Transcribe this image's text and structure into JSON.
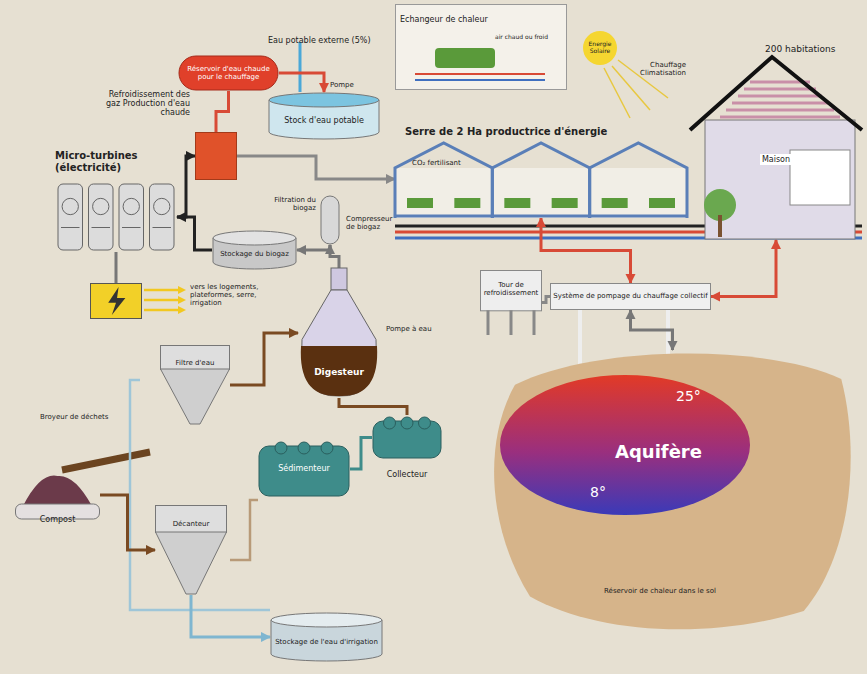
{
  "diagram": {
    "nodes": [
      {
        "text": [
          "Réservoir d'eau chaude pour le chauffage"
        ]
      },
      {
        "text": [
          "Stock d'eau potable"
        ]
      },
      {
        "text": [
          "Refroidissement des gaz Production d'eau chaude"
        ]
      },
      {
        "text": [
          "Micro-turbines (électricité)"
        ]
      },
      {
        "text": [
          "vers les logements, plateformes, serre, irrigation"
        ]
      },
      {
        "text": [
          "Stockage du biogaz"
        ]
      },
      {
        "text": [
          "Filtration du biogaz"
        ]
      },
      {
        "text": [
          "Digesteur"
        ]
      },
      {
        "text": [
          "Collecteur"
        ]
      },
      {
        "text": [
          "Sédimenteur"
        ]
      },
      {
        "text": [
          "Filtre d'eau"
        ]
      },
      {
        "text": [
          "Décanteur"
        ]
      },
      {
        "text": [
          "Compost"
        ]
      },
      {
        "text": [
          "Stockage de l'eau d'irrigation"
        ]
      },
      {
        "text": [
          "Serre de 2 Ha productrice d'énergie"
        ]
      },
      {
        "text": [
          "200 habitations",
          "Maison"
        ]
      },
      {
        "text": [
          "Echangeur de chaleur",
          "air chaud ou froid"
        ]
      },
      {
        "text": [
          "Tour de refroidissement"
        ]
      },
      {
        "text": [
          "Système de pompage du chauffage collectif"
        ]
      },
      {
        "text": [
          "Aquifère",
          "Réservoir de chaleur dans le sol"
        ]
      }
    ],
    "edges": [
      {
        "from": 0,
        "to": 2,
        "arrow": "none"
      },
      {
        "from": 3,
        "to": 2,
        "arrow": "to"
      },
      {
        "from": 5,
        "to": 3,
        "arrow": "to"
      },
      {
        "from": 6,
        "to": 5,
        "arrow": "to"
      },
      {
        "from": 7,
        "to": 6,
        "arrow": "to"
      },
      {
        "from": 2,
        "to": 14,
        "arrow": "to"
      },
      {
        "from": 10,
        "to": 7,
        "arrow": "to"
      },
      {
        "from": 8,
        "to": 7,
        "arrow": "none"
      },
      {
        "from": 9,
        "to": 8,
        "arrow": "none"
      },
      {
        "from": 14,
        "to": 18,
        "arrow": "both"
      },
      {
        "from": 15,
        "to": 18,
        "arrow": "both"
      },
      {
        "from": 17,
        "to": 18,
        "arrow": "none"
      },
      {
        "from": 18,
        "to": 19,
        "arrow": "both"
      },
      {
        "from": 3,
        "to": 4,
        "arrow": "none"
      },
      {
        "from": 11,
        "to": 13,
        "arrow": "to"
      },
      {
        "from": 0,
        "to": 1,
        "arrow": "to"
      },
      {
        "from": 12,
        "to": 11,
        "arrow": "to"
      }
    ],
    "labels": [
      "Eau potable externe (5%)",
      "Pompe",
      "CO₂ fertilisant",
      "Energie Solaire",
      "Chauffage Climatisation",
      "Compresseur de biogaz",
      "Pompe à eau",
      "25°",
      "8°",
      "Broyeur de déchets"
    ]
  }
}
